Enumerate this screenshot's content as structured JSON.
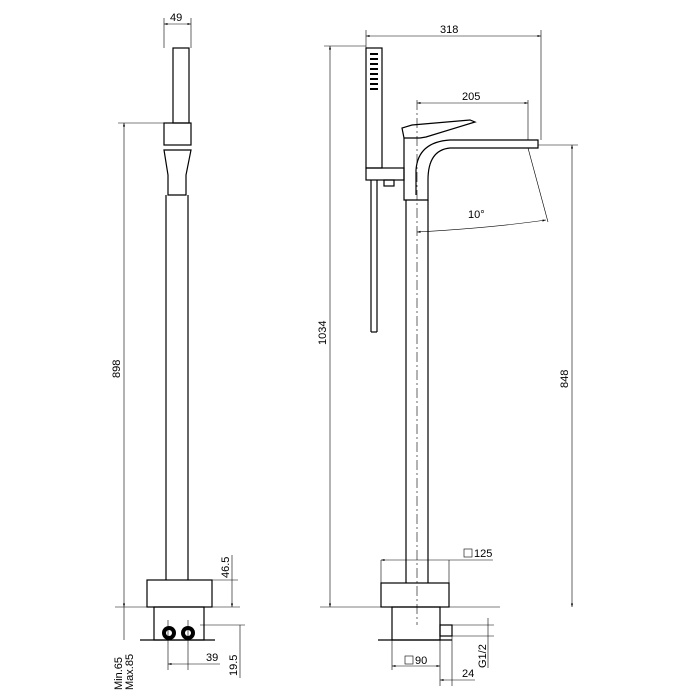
{
  "side_view": {
    "width_dim": "49",
    "height_dim": "898",
    "base_dim": "46.5",
    "min_depth": "Min.65",
    "max_depth": "Max.85",
    "spacing_dim": "39",
    "offset_dim": "19.5"
  },
  "front_view": {
    "reach_dim": "318",
    "total_height_dim": "1034",
    "spout_height_dim": "848",
    "spout_reach_dim": "205",
    "angle_dim": "10°",
    "base_square_dim": "125",
    "sub_square_dim": "90",
    "connection_dim": "G1/2",
    "outlet_dim": "24"
  }
}
